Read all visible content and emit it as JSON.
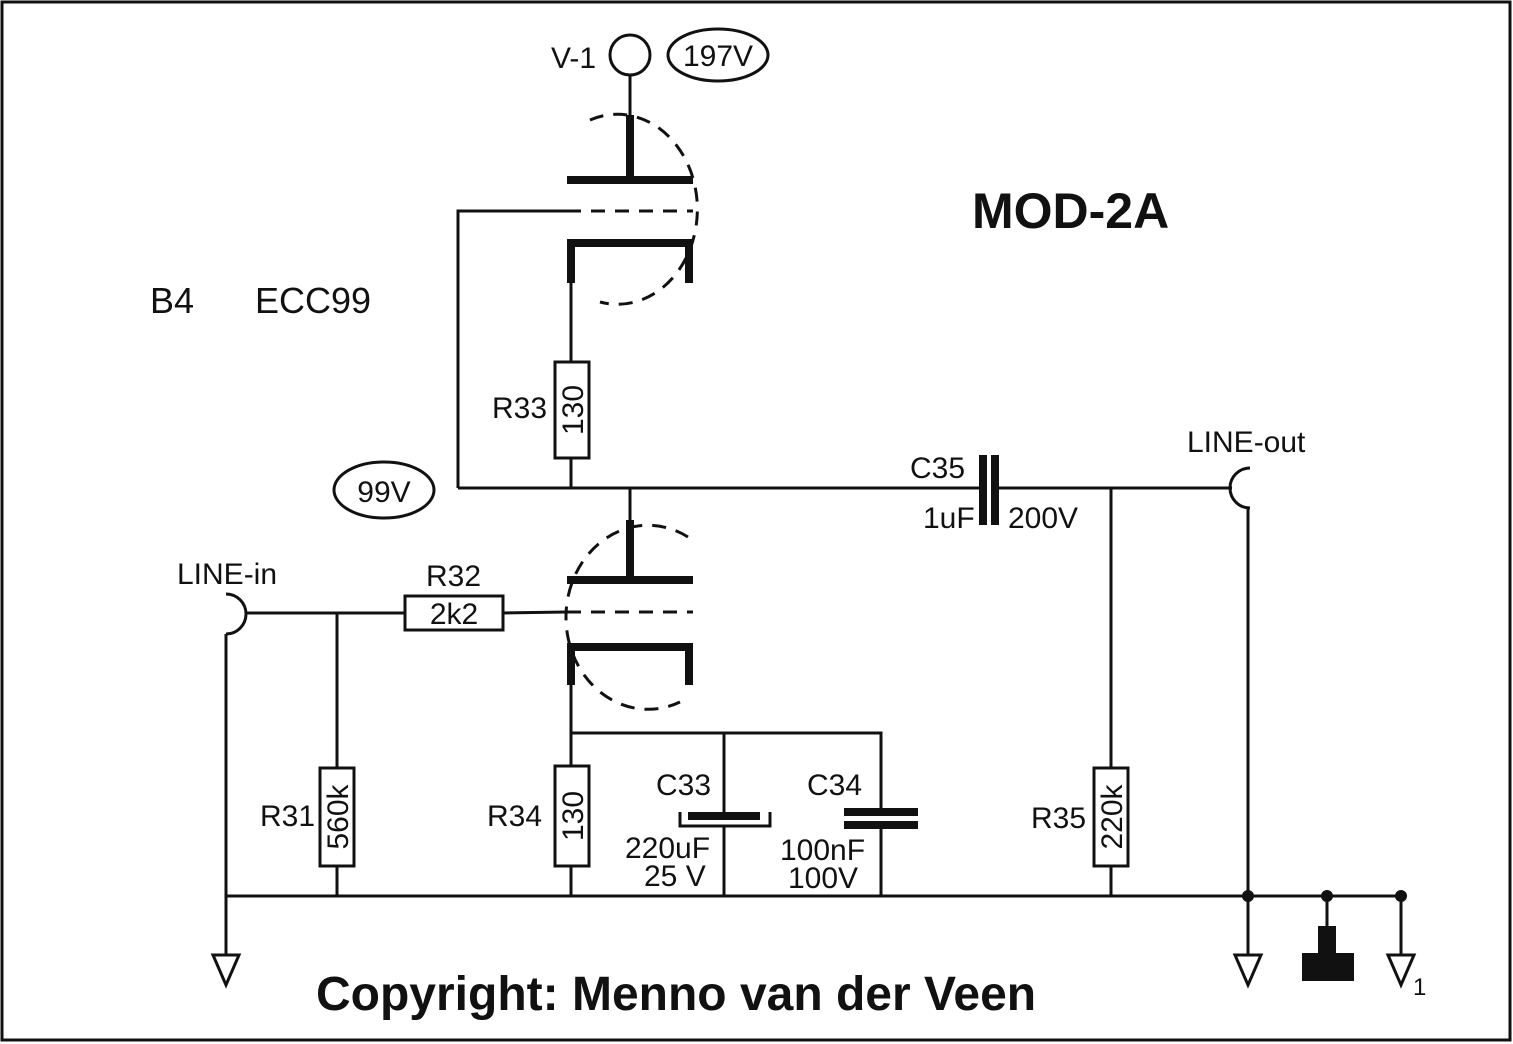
{
  "title": "MOD-2A",
  "section": "B4",
  "tube": "ECC99",
  "copyright": "Copyright: Menno van der Veen",
  "supply": {
    "node": "V-1",
    "voltage": "197V"
  },
  "cathode_voltage": "99V",
  "line_in": "LINE-in",
  "line_out": "LINE-out",
  "components": {
    "r31": {
      "name": "R31",
      "value": "560k"
    },
    "r32": {
      "name": "R32",
      "value": "2k2"
    },
    "r33": {
      "name": "R33",
      "value": "130"
    },
    "r34": {
      "name": "R34",
      "value": "130"
    },
    "r35": {
      "name": "R35",
      "value": "220k"
    },
    "c33": {
      "name": "C33",
      "value": "220uF",
      "rating": "25 V"
    },
    "c34": {
      "name": "C34",
      "value": "100nF",
      "rating": "100V"
    },
    "c35": {
      "name": "C35",
      "value": "1uF",
      "rating": "200V"
    }
  },
  "ground_subscript": "1"
}
